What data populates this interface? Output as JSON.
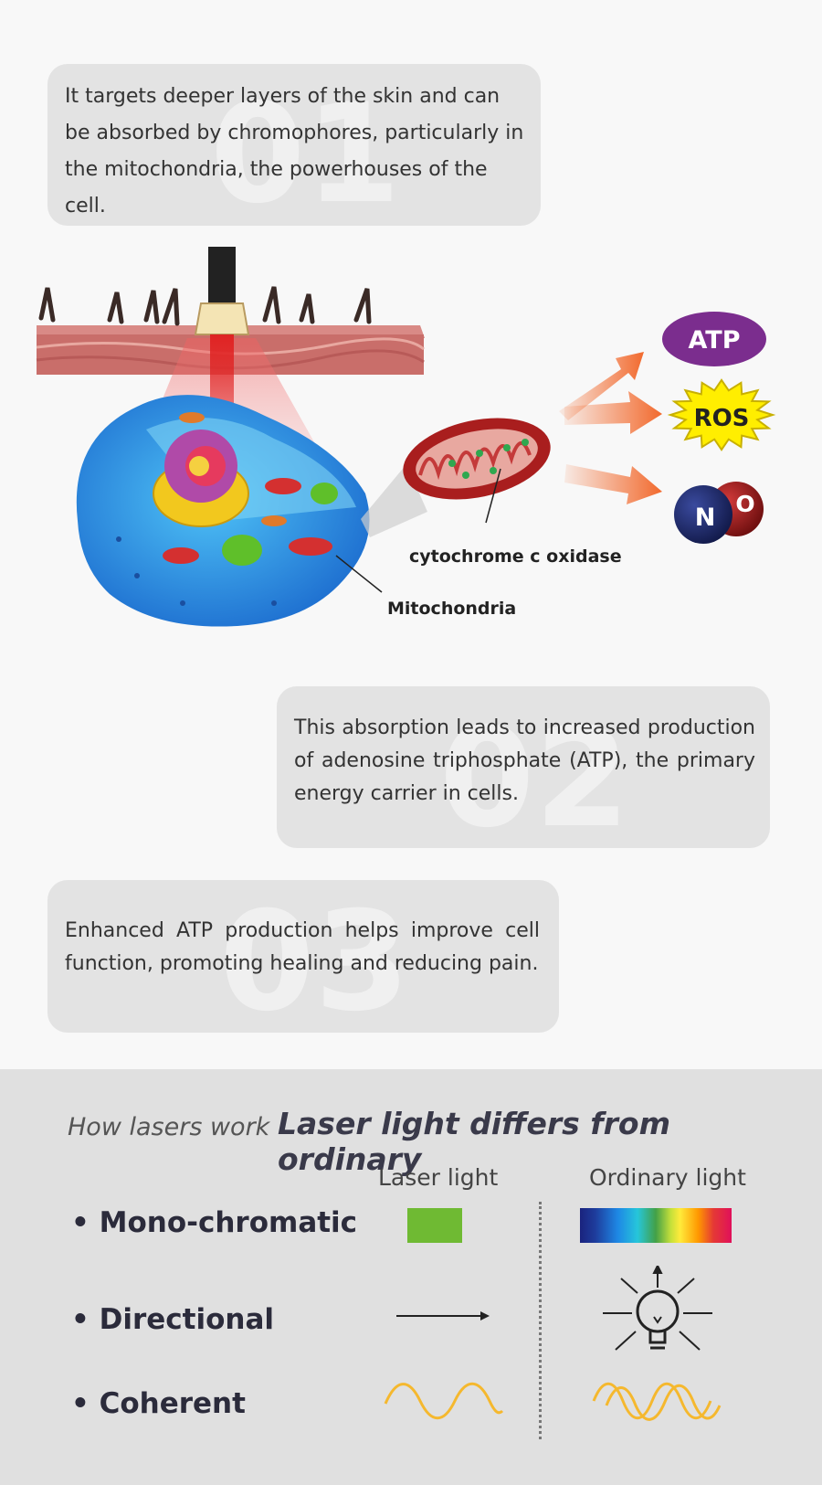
{
  "cards": [
    {
      "number": "01",
      "text": "It targets deeper layers of the skin and  can be absorbed by chromophores, particularly in the mitochondria, the powerhouses of the cell."
    },
    {
      "number": "02",
      "text": "This absorption leads to increased production of adenosine triphosphate (ATP), the primary energy carrier in cells."
    },
    {
      "number": "03",
      "text": "Enhanced ATP production helps improve cell function, promoting healing and reducing pain."
    }
  ],
  "illustration": {
    "labels": {
      "cytochrome": "cytochrome c oxidase",
      "mitochondria": "Mitochondria"
    },
    "molecules": {
      "atp": "ATP",
      "ros": "ROS",
      "n": "N",
      "o": "O"
    },
    "colors": {
      "atp": "#7b2d8e",
      "ros": "#ffee00",
      "n": "#1d2a6e",
      "o": "#a31c1c",
      "arrow": "#f26a2e"
    }
  },
  "comparison": {
    "heading_small": "How lasers work",
    "heading_big": "Laser light differs from ordinary",
    "col_laser": "Laser light",
    "col_ordinary": "Ordinary light",
    "rows": [
      "• Mono-chromatic",
      "• Directional",
      "• Coherent"
    ],
    "colors": {
      "laser_green": "#6fba33",
      "wave": "#f5b82e"
    }
  }
}
